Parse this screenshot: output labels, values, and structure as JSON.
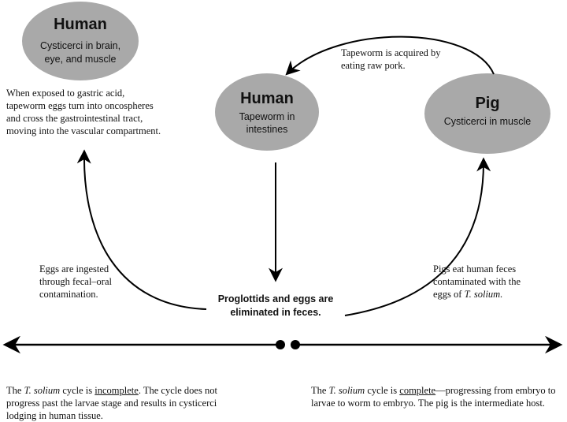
{
  "nodes": {
    "human_left": {
      "title": "Human",
      "line1": "Cysticerci in brain,",
      "line2": "eye, and muscle",
      "fill": "#a9a9a9"
    },
    "human_center": {
      "title": "Human",
      "line1": "Tapeworm in",
      "line2": "intestines",
      "fill": "#a9a9a9"
    },
    "pig": {
      "title": "Pig",
      "line1": "Cysticerci in muscle",
      "fill": "#a9a9a9"
    }
  },
  "annotations": {
    "gastric": [
      "When exposed to gastric acid,",
      "tapeworm eggs turn into oncospheres",
      "and cross the gastrointestinal tract,",
      "moving into the vascular compartment."
    ],
    "acquired": [
      "Tapeworm is acquired by",
      "eating raw pork."
    ],
    "ingested": [
      "Eggs are ingested",
      "through fecal–oral",
      "contamination."
    ],
    "pigs_eat": [
      "Pigs eat human feces",
      "contaminated with the",
      "eggs of "
    ],
    "pigs_eat_species": "T. solium.",
    "eliminated": [
      "Proglottids and eggs are",
      "eliminated in feces."
    ]
  },
  "footer": {
    "left": {
      "p1": "The ",
      "species": "T. solium",
      "p2": " cycle is ",
      "keyword": "incomplete",
      "p3": ". The cycle does not progress past the larvae stage and results in cysticerci lodging in human tissue."
    },
    "right": {
      "p1": "The ",
      "species": "T. solium",
      "p2": " cycle is ",
      "keyword": "complete",
      "p3": "—progressing from embryo to larvae to worm to embryo. The pig is the intermediate host."
    }
  }
}
